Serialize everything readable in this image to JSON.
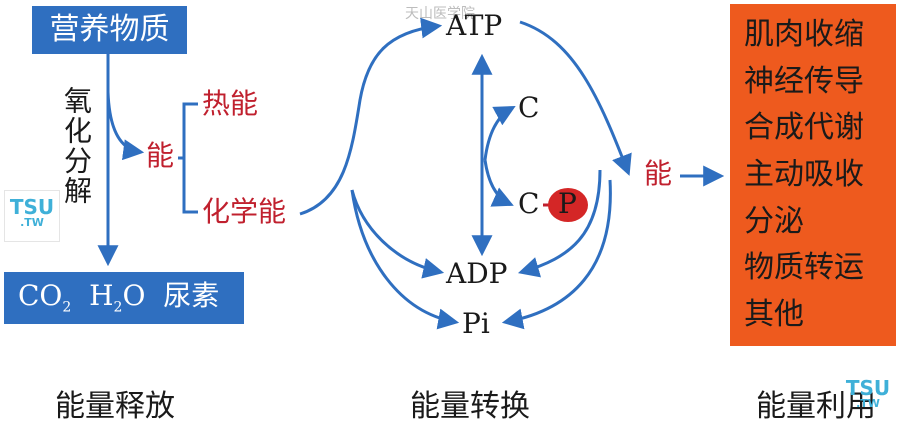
{
  "nutrients": "营养物质",
  "oxidation": "氧化分解",
  "products": {
    "co2": "CO",
    "co2_sub": "2",
    "h": "H",
    "h_sub": "2",
    "o": "O",
    "urea": "尿素"
  },
  "energy_left": "能",
  "heat_energy": "热能",
  "chemical_energy": "化学能",
  "atp": "ATP",
  "adp": "ADP",
  "pi": "Pi",
  "c_top": "C",
  "c_bottom": "C",
  "p_label": "P",
  "energy_right": "能",
  "uses": [
    "肌肉收缩",
    "神经传导",
    "合成代谢",
    "主动吸收",
    "分泌",
    "物质转运",
    "其他"
  ],
  "stage_release": "能量释放",
  "stage_conversion": "能量转换",
  "stage_use": "能量利用",
  "watermark_top": "天山医学院",
  "watermark_logo": "TSU",
  "watermark_logo_sub": ".TW",
  "colors": {
    "blue": "#2f6fc0",
    "orange": "#ee5a1e",
    "red_text": "#c0202e",
    "p_circle": "#d42626"
  }
}
